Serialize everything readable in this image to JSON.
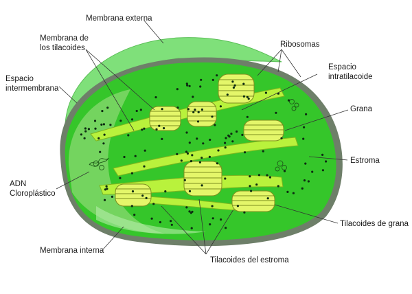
{
  "labels": {
    "outer_membrane": "Membrana externa",
    "thylakoid_membrane_line1": "Membrana de",
    "thylakoid_membrane_line2": "los tilacoides",
    "intermembrane_space_line1": "Espacio",
    "intermembrane_space_line2": "intermembrana",
    "ribosomes": "Ribosomas",
    "intrathylakoid_space_line1": "Espacio",
    "intrathylakoid_space_line2": "intratilacoide",
    "grana": "Grana",
    "stroma": "Estroma",
    "dna_line1": "ADN",
    "dna_line2": "Cloroplástico",
    "granum_thylakoids": "Tilacoides de grana",
    "inner_membrane": "Membrana interna",
    "stroma_thylakoids": "Tilacoides del estroma"
  },
  "colors": {
    "outer_membrane": "#7fe07a",
    "inner_membrane_edge": "#6b7b66",
    "stroma": "#35c62a",
    "stroma_light": "#a8e08a",
    "thylakoid": "#b9f23c",
    "granum": "#e4f66a",
    "granum_line": "#7d8f1f",
    "ribosome": "#0d2b12",
    "leader_line": "#333333"
  }
}
